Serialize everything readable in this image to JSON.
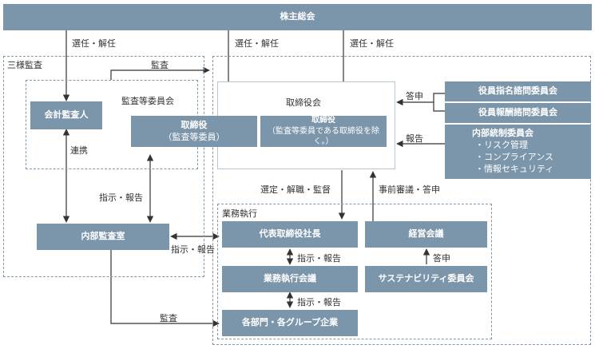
{
  "shareholders": "株主総会",
  "three_audit": "三様監査",
  "accounting_auditor": "会計監査人",
  "audit_committee": "監査等委員会",
  "board": "取締役会",
  "director_audit": {
    "line1": "取締役",
    "line2": "（監査等委員）"
  },
  "director_non_audit": {
    "line1": "取締役",
    "line2": "（監査等委員である取締役を除く。）"
  },
  "nomination_committee": "役員指名諮問委員会",
  "remuneration_committee": "役員報酬諮問委員会",
  "internal_control": {
    "title": "内部統制委員会",
    "items": [
      "・リスク管理",
      "・コンプライアンス",
      "・情報セキュリティ"
    ]
  },
  "internal_audit": "内部監査室",
  "business_execution": "業務執行",
  "president": "代表取締役社長",
  "management_meeting": "経営会議",
  "execution_meeting": "業務執行会議",
  "sustainability": "サステナビリティ委員会",
  "departments": "各部門・各グループ企業",
  "labels": {
    "elect1": "選任・解任",
    "elect2": "選任・解任",
    "elect3": "選任・解任",
    "audit_top": "監査",
    "audit_bottom": "監査",
    "coop": "連携",
    "instruct1": "指示・報告",
    "instruct2": "指示・報告",
    "instruct3": "指示・報告",
    "instruct4": "指示・報告",
    "answer1": "答申",
    "answer2": "答申",
    "report": "報告",
    "select": "選定・解職・監督",
    "prior": "事前審議・答申"
  }
}
